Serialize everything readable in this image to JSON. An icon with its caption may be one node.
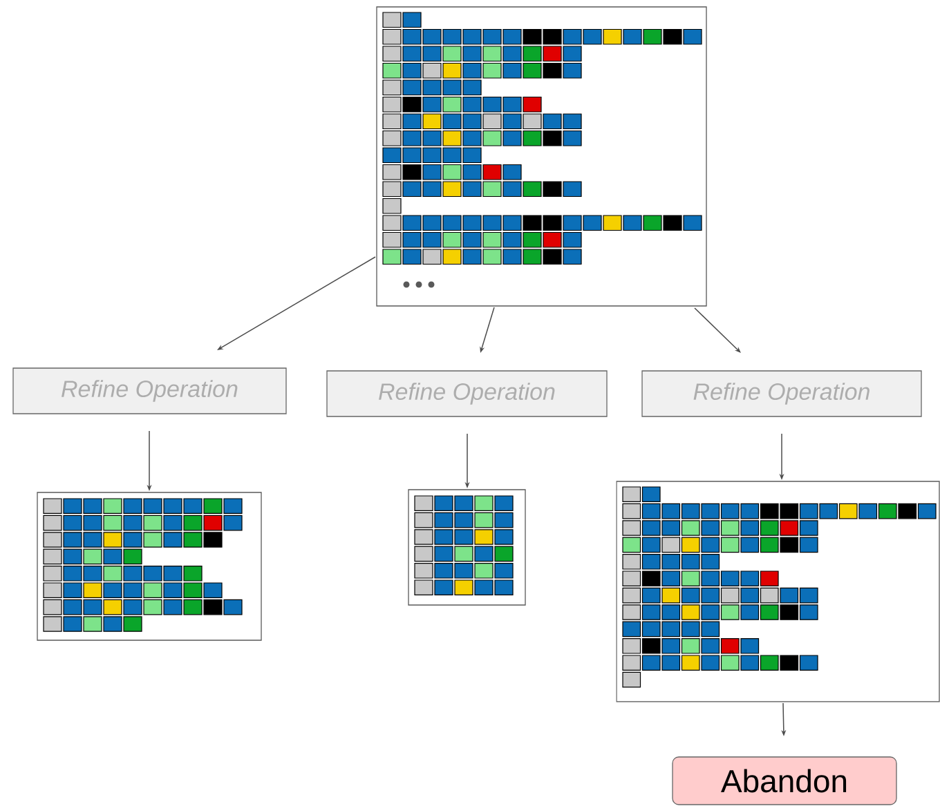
{
  "diagram": {
    "nodes": [
      {
        "text": [],
        "shape": "picture"
      },
      {
        "text": [
          "Refine Operation"
        ]
      },
      {
        "text": [
          "Refine Operation"
        ]
      },
      {
        "text": [
          "Refine Operation"
        ]
      },
      {
        "text": [],
        "shape": "picture"
      },
      {
        "text": [],
        "shape": "picture"
      },
      {
        "text": [],
        "shape": "picture"
      },
      {
        "text": [
          "Abandon"
        ]
      }
    ],
    "edges": [
      {
        "from": 0,
        "to": 1,
        "arrow": "to"
      },
      {
        "from": 0,
        "to": 2,
        "arrow": "to"
      },
      {
        "from": 0,
        "to": 3,
        "arrow": "to"
      },
      {
        "from": 1,
        "to": 4,
        "arrow": "to"
      },
      {
        "from": 2,
        "to": 5,
        "arrow": "to"
      },
      {
        "from": 3,
        "to": 6,
        "arrow": "to"
      },
      {
        "from": 6,
        "to": 7,
        "arrow": "to"
      }
    ]
  }
}
